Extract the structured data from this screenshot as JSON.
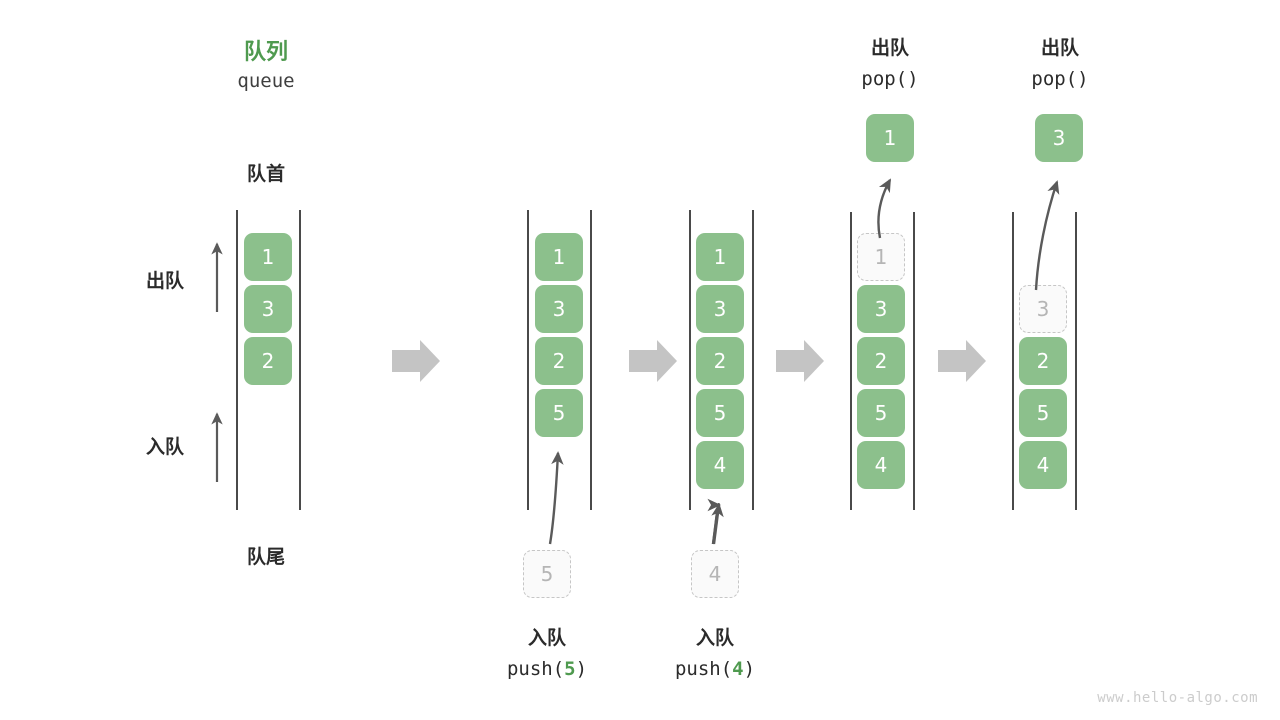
{
  "diagram": {
    "title_cn": "队列",
    "title_en": "queue",
    "head_label": "队首",
    "tail_label": "队尾",
    "dequeue_label": "出队",
    "enqueue_label": "入队",
    "watermark": "www.hello-algo.com",
    "accent_green": "#4f9a4f",
    "cell_green": "#8cc08c",
    "ghost_gray": "#b5b5b5",
    "arrow_gray": "#5a5a5a",
    "block_arrow_gray": "#c4c4c4"
  },
  "columns": [
    {
      "id": "queue-initial",
      "cells": [
        "1",
        "3",
        "2"
      ],
      "ghost_head": null,
      "popped": null,
      "pushed": null,
      "op_cn": null,
      "op_code": null
    },
    {
      "id": "queue-after-push-5",
      "cells": [
        "1",
        "3",
        "2",
        "5"
      ],
      "ghost_head": null,
      "popped": null,
      "pushed": "5",
      "op_cn": "入队",
      "op_code_prefix": "push(",
      "op_code_num": "5",
      "op_code_suffix": ")"
    },
    {
      "id": "queue-after-push-4",
      "cells": [
        "1",
        "3",
        "2",
        "5",
        "4"
      ],
      "ghost_head": null,
      "popped": null,
      "pushed": "4",
      "op_cn": "入队",
      "op_code_prefix": "push(",
      "op_code_num": "4",
      "op_code_suffix": ")"
    },
    {
      "id": "queue-after-pop-1",
      "cells": [
        "3",
        "2",
        "5",
        "4"
      ],
      "ghost_head": "1",
      "popped": "1",
      "pushed": null,
      "op_cn": "出队",
      "op_code_prefix": "pop(",
      "op_code_num": "",
      "op_code_suffix": ")"
    },
    {
      "id": "queue-after-pop-3",
      "cells": [
        "2",
        "5",
        "4"
      ],
      "ghost_head": "3",
      "popped": "3",
      "pushed": null,
      "op_cn": "出队",
      "op_code_prefix": "pop(",
      "op_code_num": "",
      "op_code_suffix": ")"
    }
  ],
  "step_arrows": [
    {
      "name": "step-arrow-1"
    },
    {
      "name": "step-arrow-2"
    },
    {
      "name": "step-arrow-3"
    },
    {
      "name": "step-arrow-4"
    }
  ]
}
